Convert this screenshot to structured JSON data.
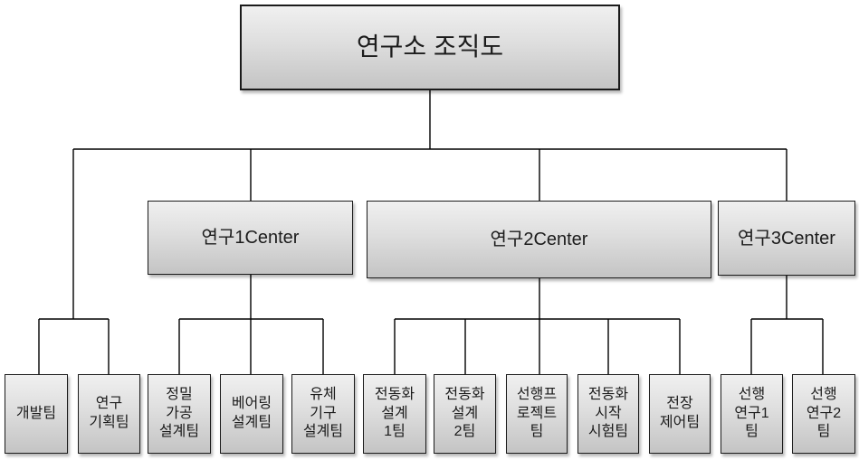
{
  "org": {
    "title": "연구소 조직도",
    "groups": [
      {
        "center": null,
        "teams": [
          "개발팀",
          "연구\n기획팀"
        ]
      },
      {
        "center": "연구1Center",
        "teams": [
          "정밀\n가공\n설계팀",
          "베어링\n설계팀",
          "유체\n기구\n설계팀"
        ]
      },
      {
        "center": "연구2Center",
        "teams": [
          "전동화\n설계\n1팀",
          "전동화\n설계\n2팀",
          "선행프\n로젝트\n팀",
          "전동화\n시작\n시험팀",
          "전장\n제어팀"
        ]
      },
      {
        "center": "연구3Center",
        "teams": [
          "선행\n연구1\n팀",
          "선행\n연구2\n팀"
        ]
      }
    ]
  },
  "colors": {
    "background": "#ffffff",
    "box_fill_top": "#f0f0f0",
    "box_fill_bottom": "#c4c4c4",
    "box_border": "#1b1b1b",
    "connector_line": "#000000",
    "text": "#1c1c1c"
  }
}
